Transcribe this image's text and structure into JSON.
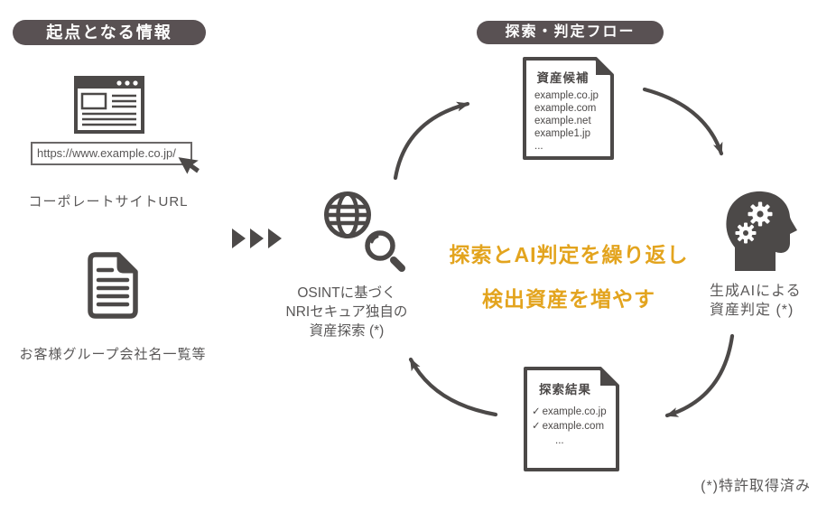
{
  "colors": {
    "dark_icon": "#4C4948",
    "badge_bg": "#595153",
    "body_text": "#595757",
    "accent_orange": "#E3A41E"
  },
  "badges": {
    "start_info": "起点となる情報",
    "flow": "探索・判定フロー"
  },
  "source_inputs": {
    "url_value": "https://www.example.co.jp/",
    "url_label": "コーポレートサイトURL",
    "group_list_label": "お客様グループ会社名一覧等"
  },
  "osint_node": {
    "line1": "OSINTに基づく",
    "line2": "NRIセキュア独自の",
    "line3": "資産探索 (*)"
  },
  "center_message": {
    "line1": "探索とAI判定を繰り返し",
    "line2": "検出資産を増やす"
  },
  "candidates_doc": {
    "title": "資産候補",
    "items": [
      "example.co.jp",
      "example.com",
      "example.net",
      "example1.jp",
      "..."
    ]
  },
  "results_doc": {
    "title": "探索結果",
    "check": "✓",
    "items": [
      "example.co.jp",
      "example.com"
    ],
    "more": "..."
  },
  "ai_node": {
    "line1": "生成AIによる",
    "line2": "資産判定 (*)"
  },
  "footnote": "(*)特許取得済み"
}
